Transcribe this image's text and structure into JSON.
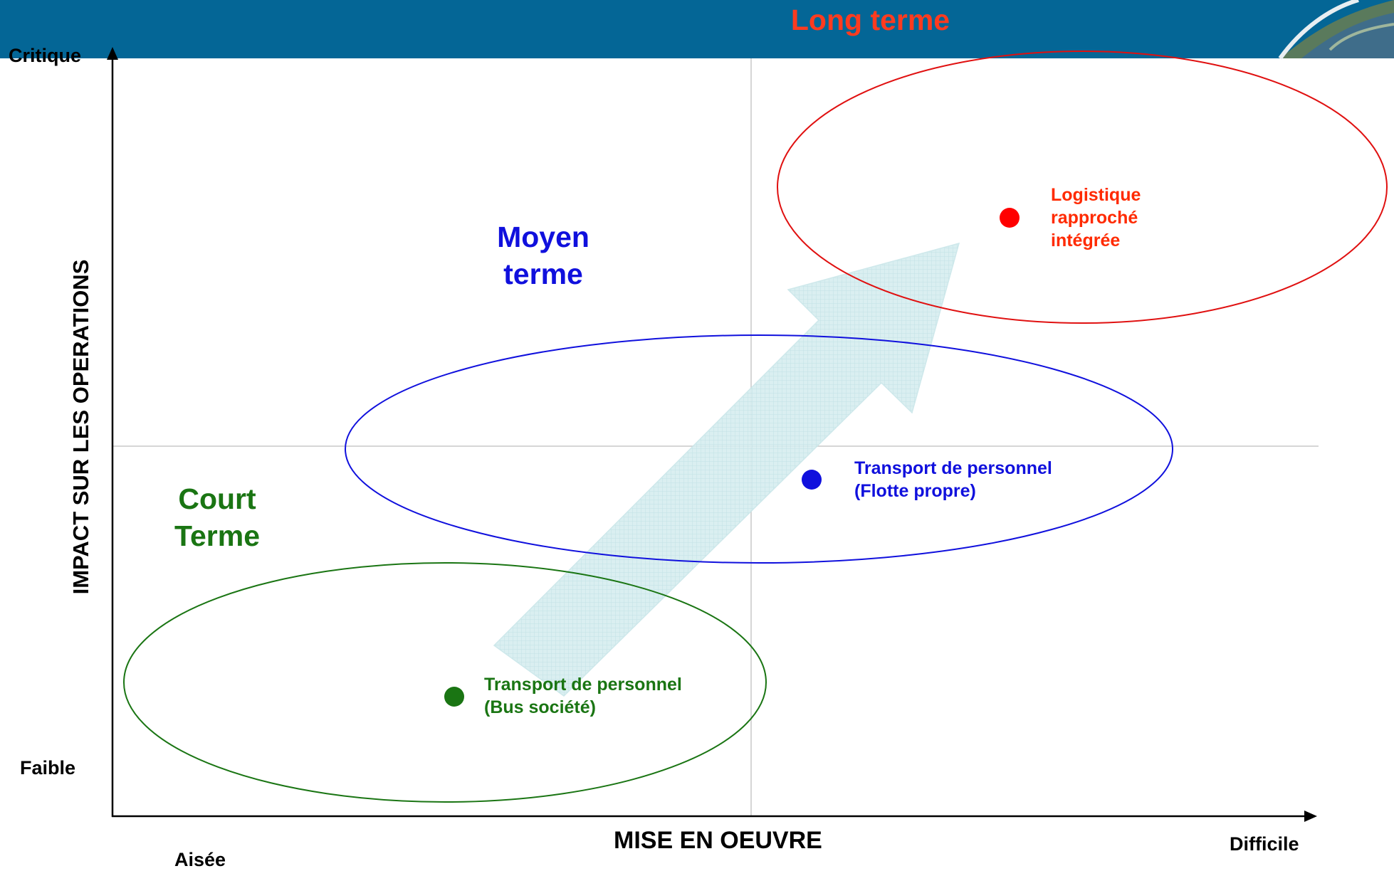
{
  "banner": {
    "title": "Long terme",
    "color": "#046696",
    "title_color": "#ff3b1f"
  },
  "axes": {
    "y_title": "IMPACT SUR LES OPERATIONS",
    "y_top": "Critique",
    "y_bottom": "Faible",
    "x_title": "MISE EN OEUVRE",
    "x_left": "Aisée",
    "x_right": "Difficile"
  },
  "zones": {
    "court": {
      "line1": "Court",
      "line2": "Terme",
      "color": "#1a7513"
    },
    "moyen": {
      "line1": "Moyen",
      "line2": "terme",
      "color": "#1010dd"
    },
    "long": {
      "color": "#e01010"
    }
  },
  "items": {
    "bus": {
      "line1": "Transport de personnel",
      "line2": "(Bus société)",
      "color": "#1a7513"
    },
    "flotte": {
      "line1": "Transport de personnel",
      "line2": "(Flotte propre)",
      "color": "#1010dd"
    },
    "logistique": {
      "line1": "Logistique",
      "line2": "rapproché",
      "line3": "intégrée",
      "color": "#ff2a00"
    }
  },
  "icons": {
    "corner": "globe-swoosh-icon",
    "arrow": "progression-arrow-icon"
  }
}
